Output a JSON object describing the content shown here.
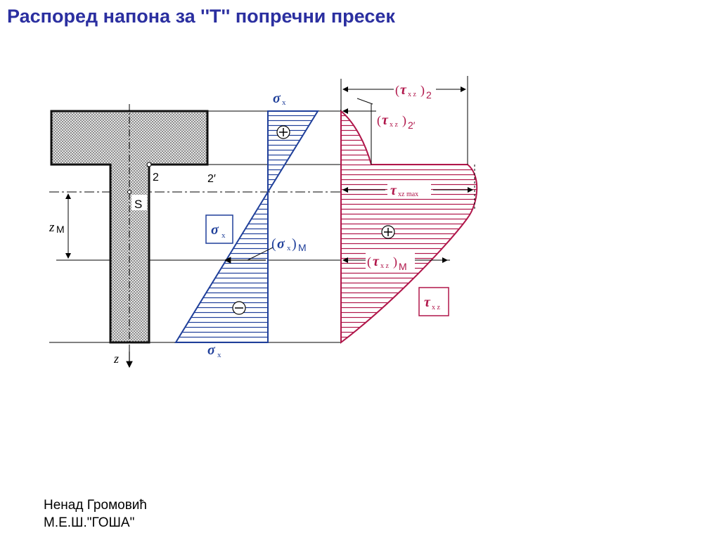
{
  "title": "Распоред напона за ''Т'' попречни пресек",
  "footer": {
    "author": "Ненад Громовић",
    "school": "М.Е.Ш.\"ГОША\""
  },
  "labels": {
    "point_2": "2",
    "point_2p": "2′",
    "centroid": "S",
    "zm": "z",
    "zm_sub": "M",
    "z_axis": "z",
    "sigma": "σ",
    "sigma_sub": "x",
    "sigma_m_sub": "M",
    "tau": "τ",
    "tau_sub": "x z",
    "tau_max_sub": "xz max",
    "sub_2": "2",
    "sub_2p": "2′",
    "sub_m": "M",
    "plus": "+",
    "minus": "−"
  },
  "colors": {
    "title": "#2b2fa0",
    "sigma": "#1f3f9a",
    "tau": "#b0164a",
    "section": "#111111"
  }
}
